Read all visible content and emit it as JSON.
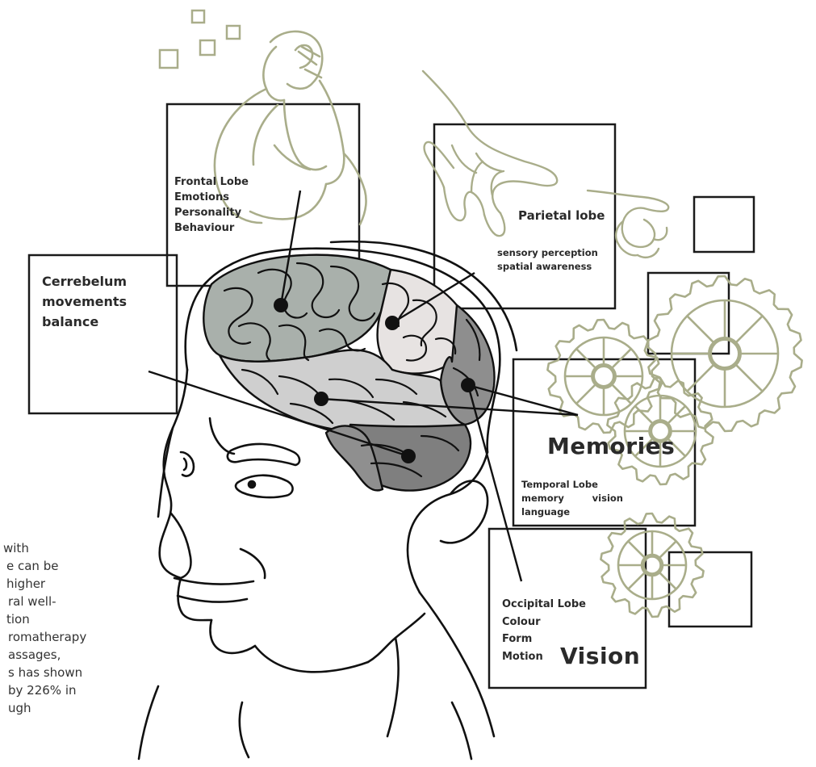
{
  "colors": {
    "sketch": "#a9ad8a",
    "ink": "#111111",
    "box": "#1a1a1a"
  },
  "frontal": {
    "lines": [
      "Frontal Lobe",
      "Emotions",
      "Personality",
      "Behaviour"
    ]
  },
  "cerebellum": {
    "lines": [
      "Cerrebelum",
      "movements",
      "balance"
    ]
  },
  "parietal": {
    "title": "Parietal lobe",
    "lines": [
      "sensory perception",
      "spatial awareness"
    ]
  },
  "memories": {
    "title": "Memories",
    "line1": "Temporal Lobe",
    "line2a": "memory",
    "line2b": "vision",
    "line3": "language"
  },
  "occipital": {
    "lines": [
      "Occipital Lobe",
      "Colour",
      "Form",
      "Motion"
    ],
    "title": "Vision"
  },
  "side_text": {
    "lines": [
      "with",
      "e can be",
      "higher",
      "ral well-",
      "tion",
      "romatherapy",
      "assages,",
      "s has shown",
      "by 226% in",
      "ugh"
    ]
  },
  "icons": [
    "gear-icon",
    "hands-icon",
    "thinking-person-icon",
    "square-icon"
  ]
}
